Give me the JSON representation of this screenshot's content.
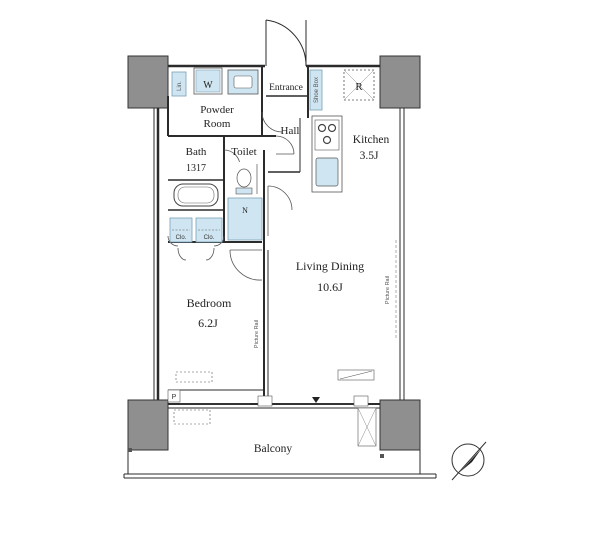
{
  "rooms": {
    "powder_room": [
      "Powder",
      "Room"
    ],
    "entrance": "Entrance",
    "hall": "Hall",
    "kitchen": "Kitchen",
    "kitchen_size": "3.5J",
    "bath": "Bath",
    "bath_size": "1317",
    "toilet": "Toilet",
    "living_dining": "Living Dining",
    "living_size": "10.6J",
    "bedroom": "Bedroom",
    "bedroom_size": "6.2J",
    "balcony": "Balcony"
  },
  "fixtures": {
    "shoe_box": "Shoe Box",
    "refrigerator": "R",
    "washer": "W",
    "linen": "Lin.",
    "closet_left": "Clo.",
    "closet_right": "Clo.",
    "niche": "N",
    "pantry": "P",
    "picture_rail_bedroom": "Picture Rail",
    "picture_rail_living": "Picture Rail"
  },
  "colors": {
    "wall": "#2b2b2b",
    "column": "#8f8f8f",
    "fixture_blue": "#cfe6f2",
    "fixture_outline": "#7a9fb4"
  }
}
